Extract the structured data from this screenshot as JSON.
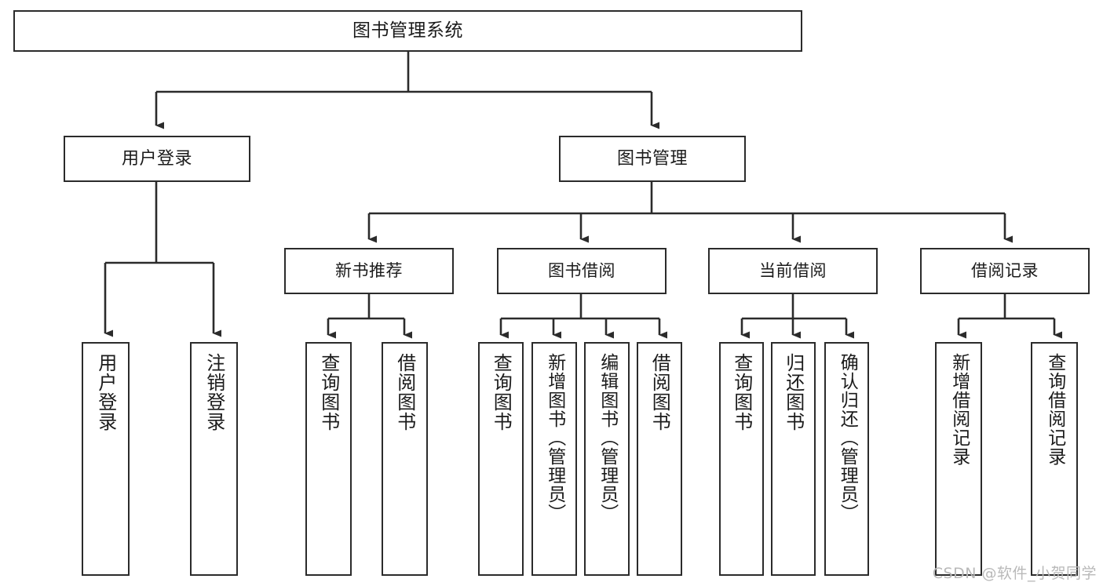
{
  "diagram": {
    "title": "图书管理系统",
    "type": "tree-hierarchy-diagram",
    "root": {
      "label": "图书管理系统"
    },
    "level1": [
      {
        "label": "用户登录"
      },
      {
        "label": "图书管理"
      }
    ],
    "level2": [
      {
        "label": "新书推荐"
      },
      {
        "label": "图书借阅"
      },
      {
        "label": "当前借阅"
      },
      {
        "label": "借阅记录"
      }
    ],
    "leaves": {
      "user_login": [
        {
          "label": "用户登录"
        },
        {
          "label": "注销登录"
        }
      ],
      "new_book_recommend": [
        {
          "label": "查询图书"
        },
        {
          "label": "借阅图书"
        }
      ],
      "book_borrow": [
        {
          "label": "查询图书"
        },
        {
          "label": "新增图书（管理员）"
        },
        {
          "label": "编辑图书（管理员）"
        },
        {
          "label": "借阅图书"
        }
      ],
      "current_borrow": [
        {
          "label": "查询图书"
        },
        {
          "label": "归还图书"
        },
        {
          "label": "确认归还（管理员）"
        }
      ],
      "borrow_record": [
        {
          "label": "新增借阅记录"
        },
        {
          "label": "查询借阅记录"
        }
      ]
    }
  },
  "watermark": {
    "text": "CSDN @软件_小贺同学"
  },
  "colors": {
    "border": "#2b2b2b",
    "background": "#ffffff",
    "text": "#1b1b1b",
    "watermark": "#b9b9b9"
  }
}
